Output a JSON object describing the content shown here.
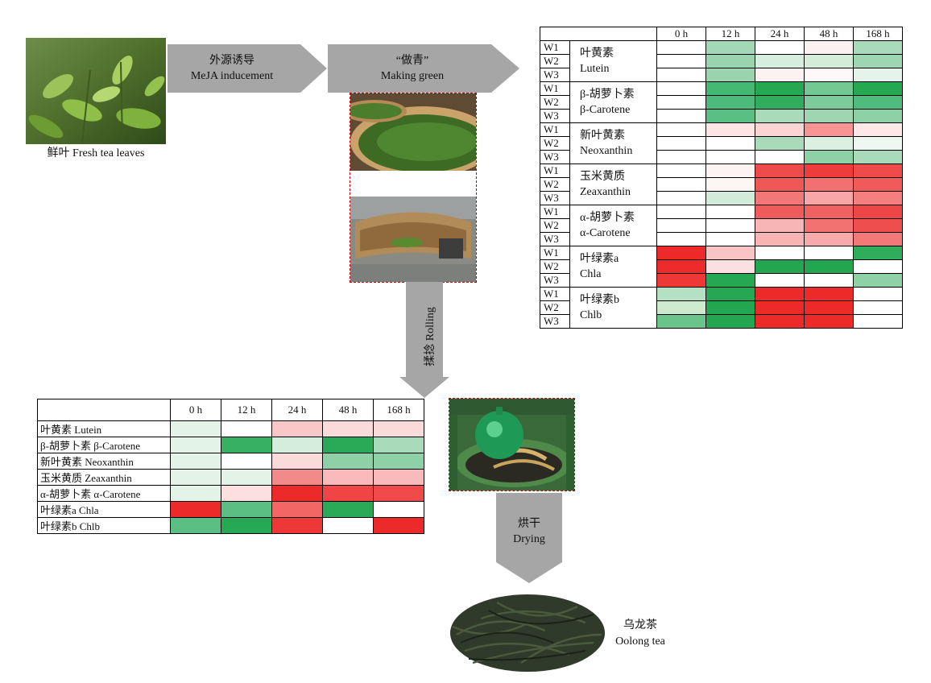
{
  "captions": {
    "fresh": "鲜叶 Fresh tea leaves",
    "meja_cn": "外源诱导",
    "meja_en": "MeJA inducement",
    "making_cn": "“做青”",
    "making_en": "Making green",
    "rolling": "揉捻 Rolling",
    "drying_cn": "烘干",
    "drying_en": "Drying",
    "oolong_cn": "乌龙茶",
    "oolong_en": "Oolong tea"
  },
  "heatmap_main": {
    "hours": [
      "0 h",
      "12 h",
      "24 h",
      "48 h",
      "168 h"
    ],
    "groups": [
      {
        "cn": "叶黄素",
        "en": "Lutein",
        "rows": [
          {
            "w": "W1",
            "c": [
              "#ffffff",
              "#a3d8b6",
              "#ffffff",
              "#fdf0f0",
              "#a9dbbb"
            ]
          },
          {
            "w": "W2",
            "c": [
              "#ffffff",
              "#9ad4ae",
              "#d5eedd",
              "#d4edd9",
              "#9fd6b2"
            ]
          },
          {
            "w": "W3",
            "c": [
              "#ffffff",
              "#9ad4ae",
              "#fdf2f2",
              "#fdf7f7",
              "#e5f4ea"
            ]
          }
        ]
      },
      {
        "cn": "β-胡萝卜素",
        "en": "β-Carotene",
        "rows": [
          {
            "w": "W1",
            "c": [
              "#ffffff",
              "#45b874",
              "#24a852",
              "#72c890",
              "#26a853"
            ]
          },
          {
            "w": "W2",
            "c": [
              "#ffffff",
              "#4db97b",
              "#30ad5c",
              "#7dcb9a",
              "#4fbb7c"
            ]
          },
          {
            "w": "W3",
            "c": [
              "#ffffff",
              "#5abf83",
              "#a9dbbb",
              "#9fd6b2",
              "#8ed1a6"
            ]
          }
        ]
      },
      {
        "cn": "新叶黄素",
        "en": "Neoxanthin",
        "rows": [
          {
            "w": "W1",
            "c": [
              "#ffffff",
              "#fde5e5",
              "#fbd4d4",
              "#f69393",
              "#fde7e7"
            ]
          },
          {
            "w": "W2",
            "c": [
              "#ffffff",
              "#ffffff",
              "#a9dbbb",
              "#dcf0e2",
              "#eef8f1"
            ]
          },
          {
            "w": "W3",
            "c": [
              "#ffffff",
              "#ffffff",
              "#ffffff",
              "#8ed1a6",
              "#a9dbbb"
            ]
          }
        ]
      },
      {
        "cn": "玉米黄质",
        "en": "Zeaxanthin",
        "rows": [
          {
            "w": "W1",
            "c": [
              "#ffffff",
              "#fdf3f3",
              "#ef4a4a",
              "#ee3c3c",
              "#ef4b4b"
            ]
          },
          {
            "w": "W2",
            "c": [
              "#ffffff",
              "#fdf7f4",
              "#ef5757",
              "#f27070",
              "#f05a5a"
            ]
          },
          {
            "w": "W3",
            "c": [
              "#ffffff",
              "#d3ecda",
              "#f27878",
              "#f7a7a7",
              "#f47f7f"
            ]
          }
        ]
      },
      {
        "cn": "α-胡萝卜素",
        "en": "α-Carotene",
        "rows": [
          {
            "w": "W1",
            "c": [
              "#ffffff",
              "#ffffff",
              "#ef5b5b",
              "#f06262",
              "#ee4646"
            ]
          },
          {
            "w": "W2",
            "c": [
              "#ffffff",
              "#ffffff",
              "#f8b5b5",
              "#f27272",
              "#ef4e4e"
            ]
          },
          {
            "w": "W3",
            "c": [
              "#ffffff",
              "#ffffff",
              "#f8b3b3",
              "#f7aaaa",
              "#f37878"
            ]
          }
        ]
      },
      {
        "cn": "叶绿素a",
        "en": "Chla",
        "rows": [
          {
            "w": "W1",
            "c": [
              "#ed2929",
              "#f9c4c4",
              "#ffffff",
              "#ffffff",
              "#2fad5a"
            ]
          },
          {
            "w": "W2",
            "c": [
              "#ed2b2b",
              "#fce0e0",
              "#22a64f",
              "#22a64f",
              "#ffffff"
            ]
          },
          {
            "w": "W3",
            "c": [
              "#ee3838",
              "#26a853",
              "#ffffff",
              "#ffffff",
              "#8ed1a6"
            ]
          }
        ]
      },
      {
        "cn": "叶绿素b",
        "en": "Chlb",
        "rows": [
          {
            "w": "W1",
            "c": [
              "#b4e0c3",
              "#26a853",
              "#ed2a2a",
              "#ed2a2a",
              "#ffffff"
            ]
          },
          {
            "w": "W2",
            "c": [
              "#cdeacf",
              "#22a64f",
              "#ed2a2a",
              "#ed2a2a",
              "#ffffff"
            ]
          },
          {
            "w": "W3",
            "c": [
              "#6ac58a",
              "#22a64f",
              "#ed2a2a",
              "#ed2a2a",
              "#ffffff"
            ]
          }
        ]
      }
    ]
  },
  "heatmap_summary": {
    "hours": [
      "0 h",
      "12 h",
      "24 h",
      "48 h",
      "168 h"
    ],
    "rows": [
      {
        "label": "叶黄素 Lutein",
        "c": [
          "#e3f3e8",
          "#ffffff",
          "#f9c7c7",
          "#fbdada",
          "#fbdada"
        ]
      },
      {
        "label": "β-胡萝卜素 β-Carotene",
        "c": [
          "#e3f3e8",
          "#38b064",
          "#d5eddc",
          "#2aaa56",
          "#a9dbbb"
        ]
      },
      {
        "label": "新叶黄素 Neoxanthin",
        "c": [
          "#e3f3e8",
          "#ffffff",
          "#fbdada",
          "#8ed1a6",
          "#8ed1a6"
        ]
      },
      {
        "label": "玉米黄质 Zeaxanthin",
        "c": [
          "#e3f3e8",
          "#e3f3e8",
          "#f38a8a",
          "#f8baba",
          "#f8baba"
        ]
      },
      {
        "label": "α-胡萝卜素 α-Carotene",
        "c": [
          "#e3f3e8",
          "#fce0e0",
          "#ed2a2a",
          "#ef4545",
          "#ef4949"
        ]
      },
      {
        "label": "叶绿素a Chla",
        "c": [
          "#ed2a2a",
          "#5bbf83",
          "#f26666",
          "#2aaa56",
          "#ffffff"
        ]
      },
      {
        "label": "叶绿素b Chlb",
        "c": [
          "#5bbf83",
          "#27a854",
          "#ee3838",
          "#ffffff",
          "#ed2a2a"
        ]
      }
    ]
  }
}
